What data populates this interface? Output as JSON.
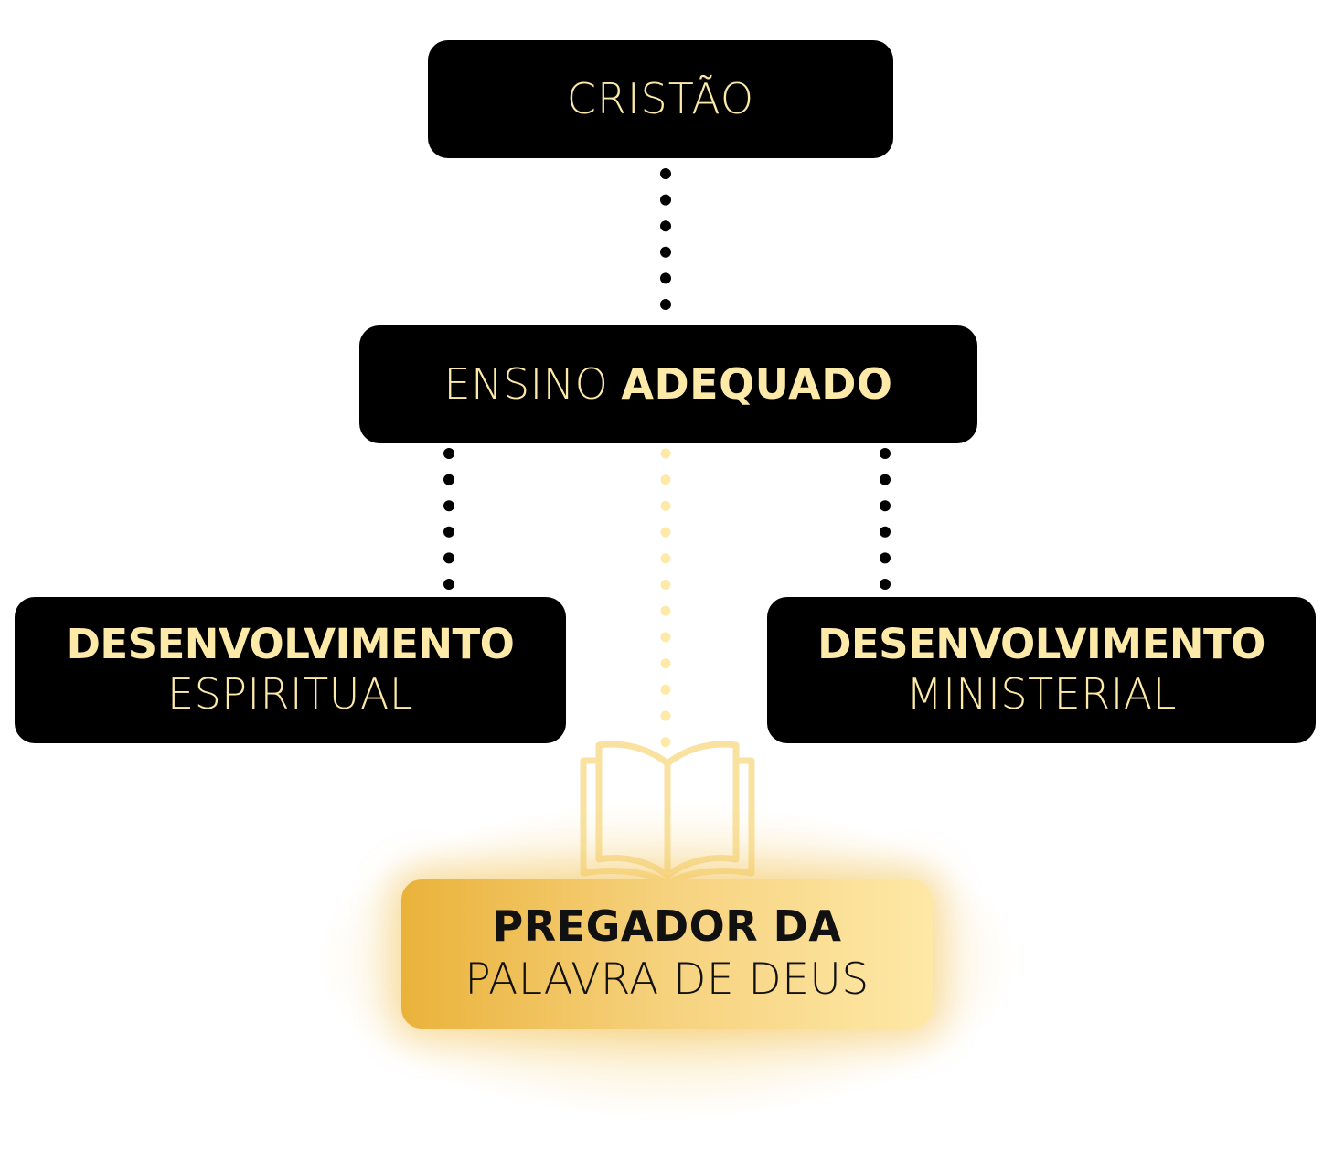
{
  "diagram": {
    "nodes": {
      "cristao": {
        "label": "CRISTÃO"
      },
      "ensino": {
        "label_light": "ENSINO",
        "label_bold": "ADEQUADO"
      },
      "espiritual": {
        "label_bold": "DESENVOLVIMENTO",
        "label_light": "ESPIRITUAL"
      },
      "ministerial": {
        "label_bold": "DESENVOLVIMENTO",
        "label_light": "MINISTERIAL"
      },
      "pregador": {
        "label_bold": "PREGADOR DA",
        "label_light": "PALAVRA DE DEUS"
      }
    },
    "edges": [
      {
        "from": "cristao",
        "to": "ensino",
        "style": "dotted",
        "color": "#000000"
      },
      {
        "from": "ensino",
        "to": "espiritual",
        "style": "dotted",
        "color": "#000000"
      },
      {
        "from": "ensino",
        "to": "ministerial",
        "style": "dotted",
        "color": "#000000"
      },
      {
        "from": "ensino",
        "to": "pregador",
        "style": "dotted",
        "color": "#fde9a8"
      }
    ],
    "icons": {
      "book": "open-book-icon"
    },
    "colors": {
      "node_bg": "#000000",
      "node_text": "#fde9a8",
      "highlight_start": "#eab23a",
      "highlight_end": "#fee8a6",
      "highlight_text": "#111111"
    }
  }
}
